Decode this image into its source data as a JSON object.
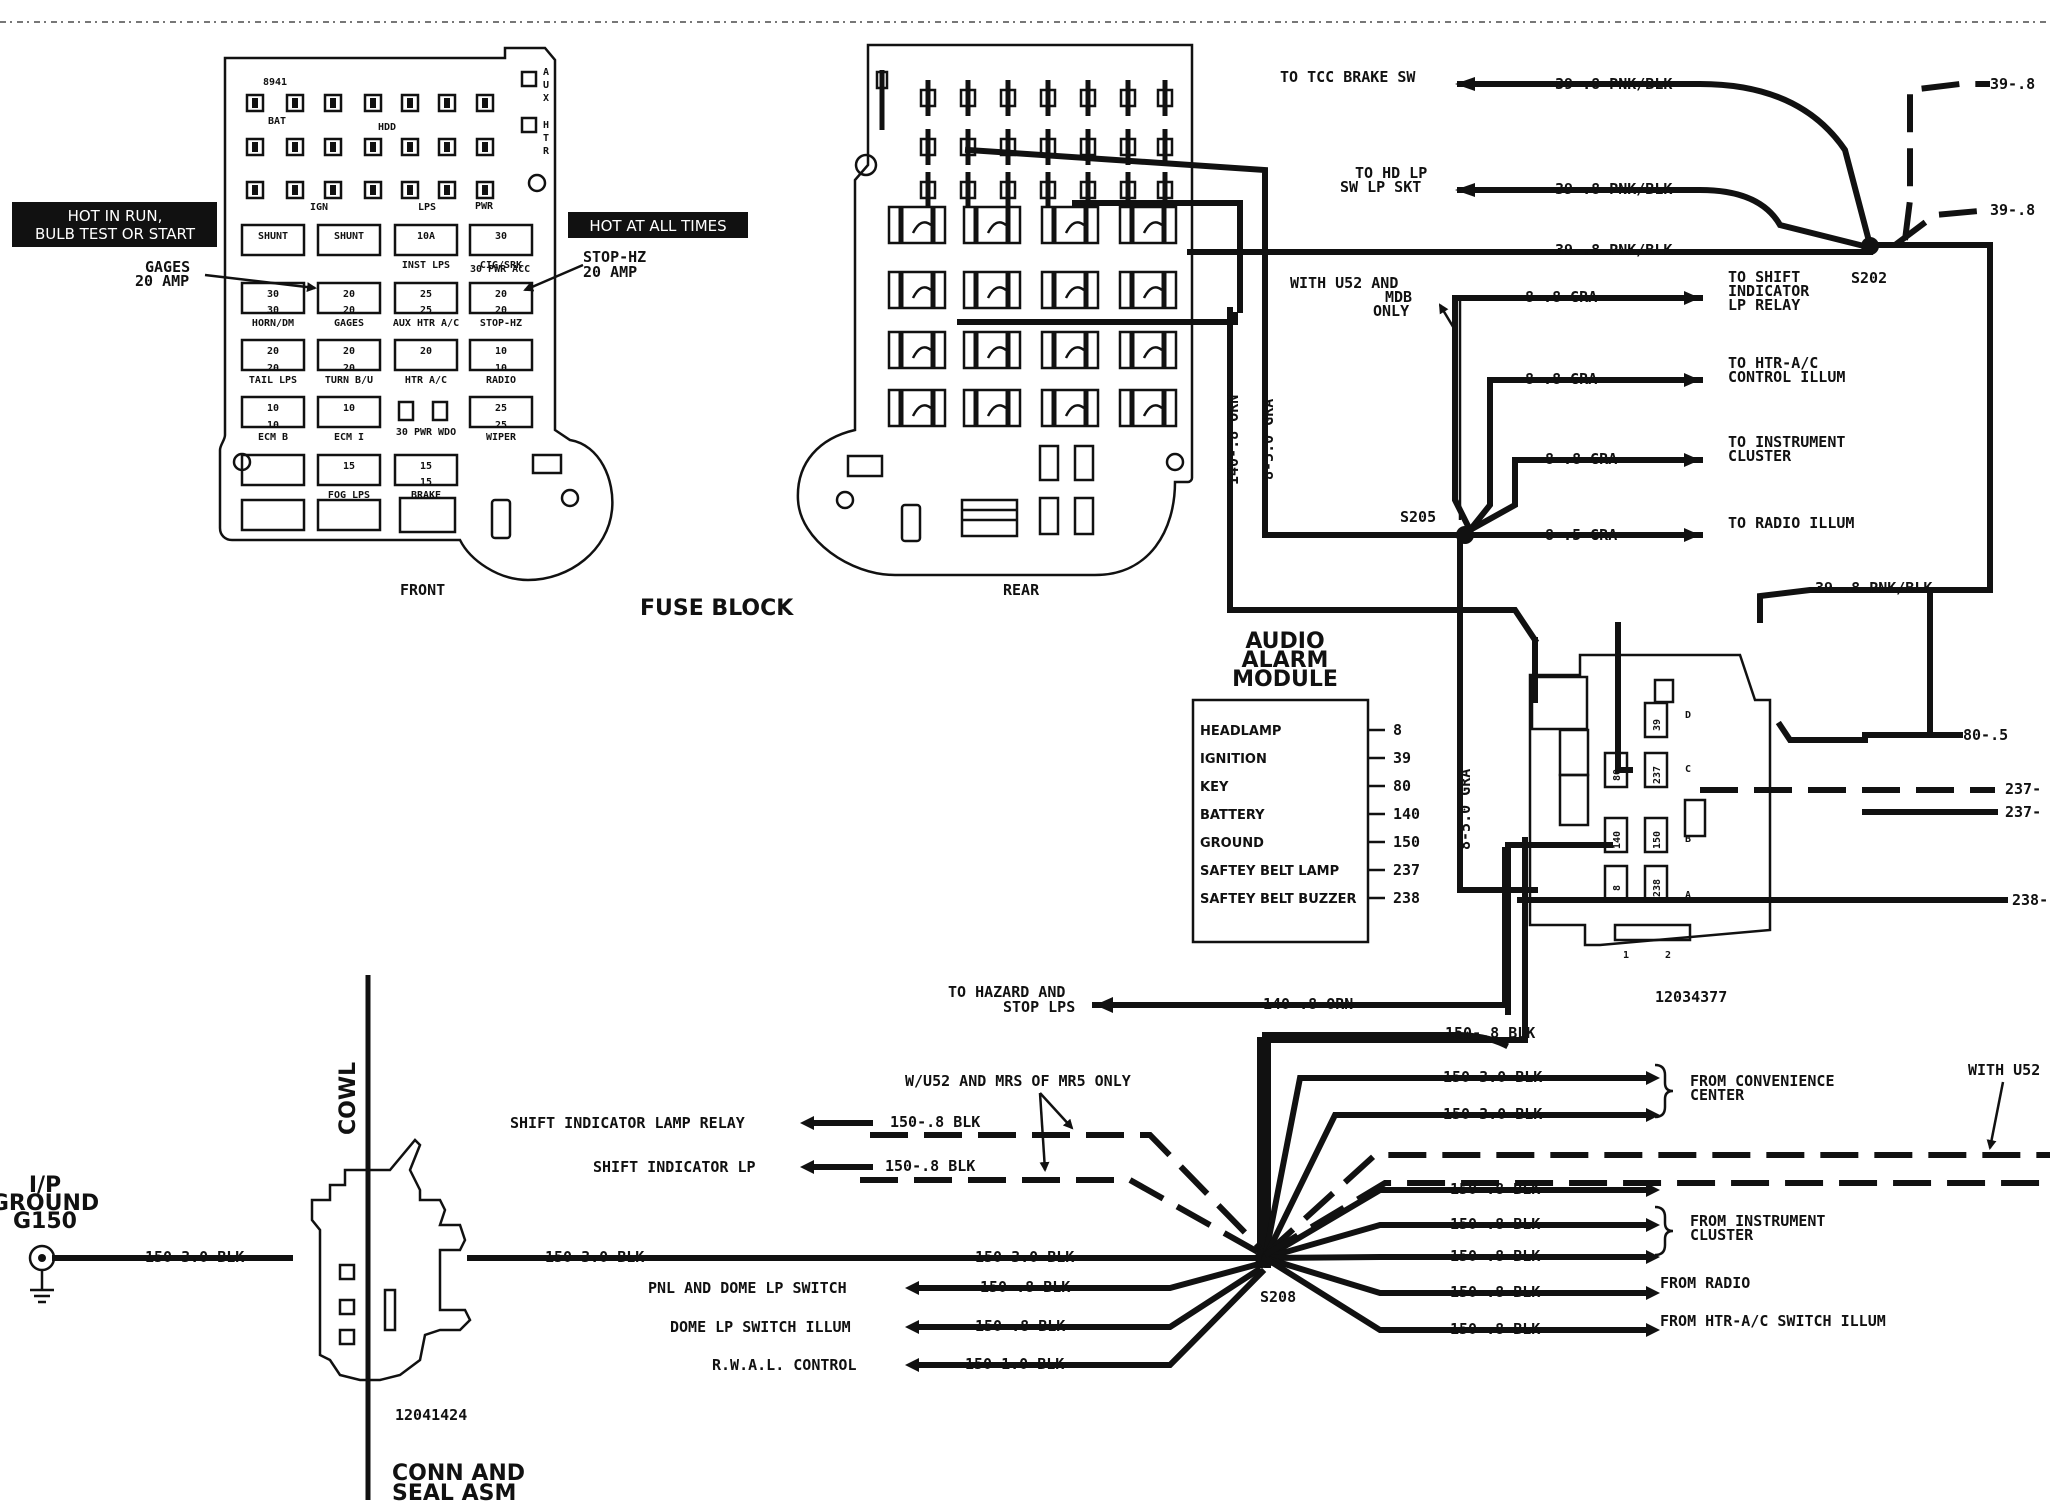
{
  "fuse_block": {
    "title": "FUSE BLOCK",
    "front_label": "FRONT",
    "rear_label": "REAR",
    "hot_in_run": [
      "HOT IN RUN,",
      "BULB TEST OR START"
    ],
    "hot_at_all_times": "HOT AT ALL TIMES",
    "gages_callout": [
      "GAGES",
      "20 AMP"
    ],
    "stophz_callout": [
      "STOP-HZ",
      "20 AMP"
    ],
    "top_labels": [
      "8941",
      "BAT",
      "HDD",
      "IGN",
      "LPS",
      "PWR"
    ],
    "side_labels": [
      "A",
      "U",
      "X",
      "H",
      "T",
      "R"
    ],
    "fuses": [
      {
        "value": "SHUNT",
        "name": ""
      },
      {
        "value": "SHUNT",
        "name": ""
      },
      {
        "value": "10A",
        "name": "INST LPS"
      },
      {
        "value": "30",
        "name": "CIG/SRK"
      },
      {
        "value": "30",
        "name": "HORN/DM"
      },
      {
        "value": "20",
        "name": "GAGES"
      },
      {
        "value": "25",
        "name": "AUX HTR A/C"
      },
      {
        "value": "20",
        "name": "STOP-HZ"
      },
      {
        "value": "20",
        "name": "TAIL LPS"
      },
      {
        "value": "20",
        "name": "TURN B/U"
      },
      {
        "value": "20",
        "name": "HTR A/C"
      },
      {
        "value": "10",
        "name": "RADIO"
      },
      {
        "value": "10",
        "name": "ECM B"
      },
      {
        "value": "10",
        "name": "ECM I"
      },
      {
        "value": "",
        "name": "30 PWR WDO"
      },
      {
        "value": "25",
        "name": "WIPER"
      },
      {
        "value": "15",
        "name": "FOG LPS"
      },
      {
        "value": "15",
        "name": "BRAKE"
      }
    ],
    "sub_labels": [
      "30 PWR ACC",
      "30",
      "20",
      "25",
      "20",
      "20",
      "20",
      "10",
      "10",
      "25",
      "15"
    ]
  },
  "wires": {
    "tcc_dest": "TO TCC BRAKE SW",
    "tcc_wire": "39-.8 PNK/BLK",
    "hdlp_dest": [
      "TO HD LP",
      "SW LP SKT"
    ],
    "hdlp_wire": "39-.8 PNK/BLK",
    "main_wire": "39-.8 PNK/BLK",
    "right_top": "39-.8",
    "right_mid": "39-.8",
    "s202": "S202",
    "with_u52": [
      "WITH U52 AND",
      "MDB",
      "ONLY"
    ],
    "gra1": "8-.8 GRA",
    "gra2": "8-.8 GRA",
    "gra3": "8-.8 GRA",
    "gra4": "8-.5 GRA",
    "dest_shift": [
      "TO SHIFT",
      "INDICATOR",
      "LP RELAY"
    ],
    "dest_htr": [
      "TO HTR-A/C",
      "CONTROL ILLUM"
    ],
    "dest_cluster": [
      "TO INSTRUMENT",
      "CLUSTER"
    ],
    "dest_radio": "TO RADIO ILLUM",
    "s205": "S205",
    "orn_vertical": "140-.8 ORN",
    "gra_vertical": "8-5.0 GRA",
    "gra_vertical2": "8-5.0 GRA",
    "pnk_lower": "39-.8 PNK/BLK",
    "blk80": "80-.5",
    "w237a": "237-",
    "w237b": "237-",
    "w238": "238-",
    "hazard_dest": [
      "TO HAZARD AND",
      "STOP LPS"
    ],
    "hazard_wire": "140-.8 ORN",
    "blk150": "150-.8 BLK"
  },
  "alarm_module": {
    "title": [
      "AUDIO",
      "ALARM",
      "MODULE"
    ],
    "pins": [
      {
        "name": "HEADLAMP",
        "num": "8"
      },
      {
        "name": "IGNITION",
        "num": "39"
      },
      {
        "name": "KEY",
        "num": "80"
      },
      {
        "name": "BATTERY",
        "num": "140"
      },
      {
        "name": "GROUND",
        "num": "150"
      },
      {
        "name": "SAFTEY BELT LAMP",
        "num": "237"
      },
      {
        "name": "SAFTEY BELT BUZZER",
        "num": "238"
      }
    ]
  },
  "connector": {
    "part": "12034377",
    "cavities": [
      "80",
      "39",
      "237",
      "140",
      "150",
      "8",
      "238"
    ],
    "letters": [
      "D",
      "C",
      "B",
      "A"
    ],
    "bottom_nums": [
      "1",
      "2"
    ]
  },
  "ground": {
    "title": [
      "I/P",
      "GROUND",
      "G150"
    ],
    "cowl": "COWL",
    "conn_part": "12041424",
    "conn_name": [
      "CONN AND",
      "SEAL ASM"
    ],
    "main_left": "150-3.0 BLK",
    "main_mid": "150-3.0 BLK",
    "main_right": "150-3.0 BLK",
    "s208": "S208",
    "w_u52_note": "W/U52 AND MRS OF MR5 ONLY",
    "with_u52_right": "WITH U52",
    "left_sources": [
      {
        "label": "SHIFT INDICATOR LAMP RELAY",
        "wire": "150-.8 BLK"
      },
      {
        "label": "SHIFT INDICATOR LP",
        "wire": "150-.8 BLK"
      },
      {
        "label": "PNL AND DOME LP SWITCH",
        "wire": "150-.8 BLK"
      },
      {
        "label": "DOME LP SWITCH ILLUM",
        "wire": "150-.8 BLK"
      },
      {
        "label": "R.W.A.L. CONTROL",
        "wire": "150-1.0 BLK"
      }
    ],
    "right_sources": [
      {
        "wire": "150-3.0 BLK"
      },
      {
        "wire": "150-3.0 BLK"
      },
      {
        "wire": "150-.8 BLK"
      },
      {
        "wire": "150-.8 BLK"
      },
      {
        "wire": "150-.8 BLK"
      },
      {
        "wire": "150-.8 BLK"
      },
      {
        "wire": "150-.8 BLK"
      }
    ],
    "from_convenience": [
      "FROM CONVENIENCE",
      "CENTER"
    ],
    "from_cluster": [
      "FROM INSTRUMENT",
      "CLUSTER"
    ],
    "from_radio": "FROM RADIO",
    "from_htr": "FROM HTR-A/C SWITCH ILLUM"
  }
}
